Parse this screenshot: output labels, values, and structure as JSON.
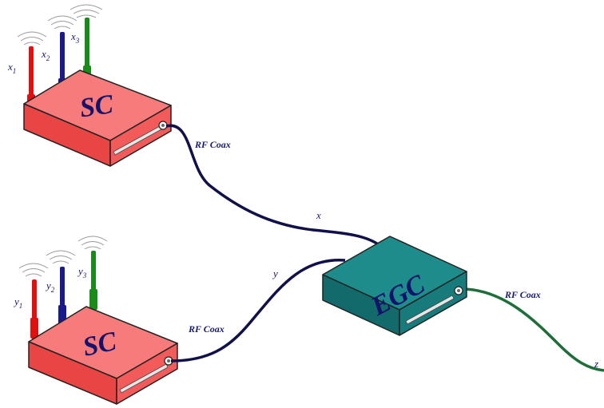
{
  "colors": {
    "sc_top": "#f77b7b",
    "sc_side": "#e94545",
    "sc_front": "#f35a5a",
    "egc_top": "#1f8c8c",
    "egc_side": "#126a6a",
    "egc_front": "#177b7b",
    "box_label": "#13136b",
    "cable_navy": "#10104a",
    "cable_green": "#1e6e3a",
    "antenna_red": "#e01010",
    "antenna_blue": "#1a1a8c",
    "antenna_green": "#1a8a1a",
    "label_text": "#1a1a70"
  },
  "sc_top": {
    "box_label": "SC",
    "antennas": [
      {
        "label": "x",
        "sub": "1"
      },
      {
        "label": "x",
        "sub": "2"
      },
      {
        "label": "x",
        "sub": "3"
      }
    ]
  },
  "sc_bottom": {
    "box_label": "SC",
    "antennas": [
      {
        "label": "y",
        "sub": "1"
      },
      {
        "label": "y",
        "sub": "2"
      },
      {
        "label": "y",
        "sub": "3"
      }
    ]
  },
  "egc": {
    "box_label": "EGC"
  },
  "cables": {
    "top_label": "RF Coax",
    "bottom_label": "RF Coax",
    "out_label": "RF Coax",
    "signal_x": "x",
    "signal_y": "y",
    "signal_z": "z"
  }
}
